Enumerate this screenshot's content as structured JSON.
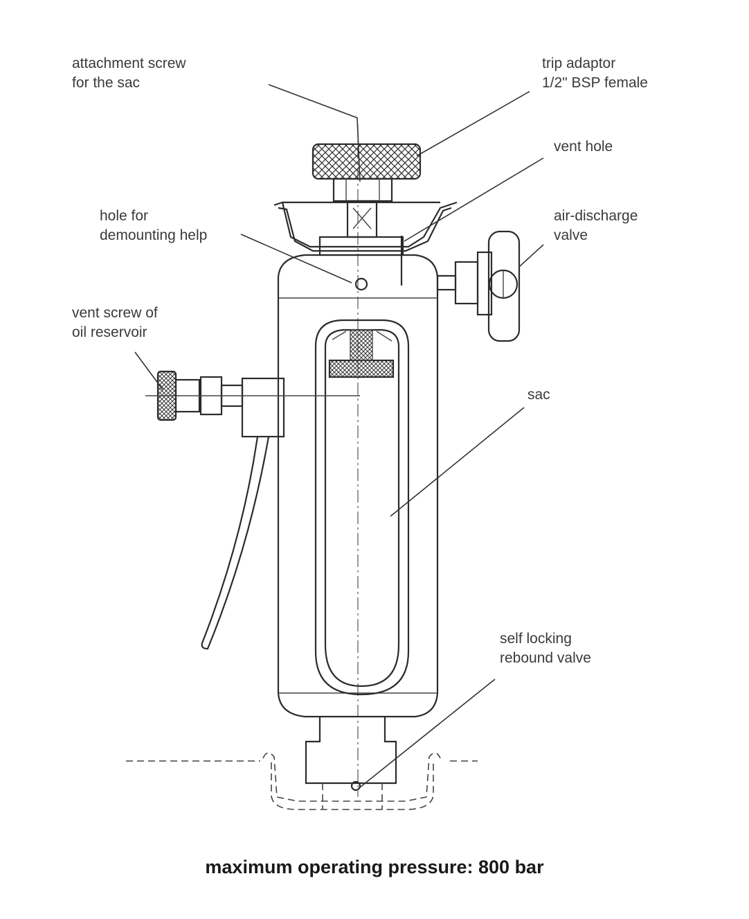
{
  "labels": {
    "attachment_screw": [
      "attachment screw",
      "for the sac"
    ],
    "trip_adaptor": [
      "trip adaptor",
      "1/2\" BSP female"
    ],
    "vent_hole": [
      "vent hole"
    ],
    "hole_demounting": [
      "hole for",
      "demounting help"
    ],
    "air_discharge": [
      "air-discharge",
      "valve"
    ],
    "vent_screw": [
      "vent screw of",
      "oil reservoir"
    ],
    "sac": [
      "sac"
    ],
    "rebound_valve": [
      "self locking",
      "rebound valve"
    ]
  },
  "caption": "maximum operating pressure: 800 bar"
}
